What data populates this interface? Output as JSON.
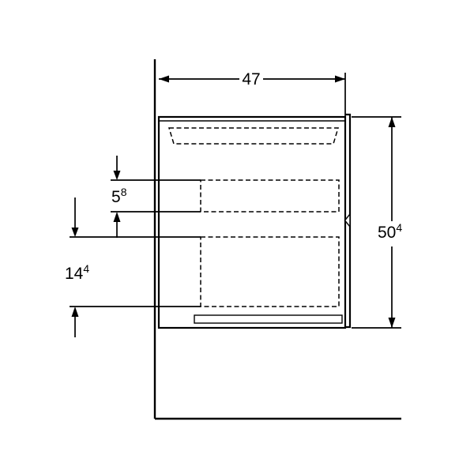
{
  "drawing": {
    "type": "technical-dimension-drawing",
    "subject": "wall-mounted cabinet side view with hidden drawer outlines",
    "colors": {
      "line": "#000000",
      "background": "#ffffff"
    }
  },
  "dims": {
    "width": {
      "main": "47",
      "sup": ""
    },
    "height": {
      "main": "50",
      "sup": "4"
    },
    "upper": {
      "main": "5",
      "sup": "8"
    },
    "lower": {
      "main": "14",
      "sup": "4"
    }
  }
}
